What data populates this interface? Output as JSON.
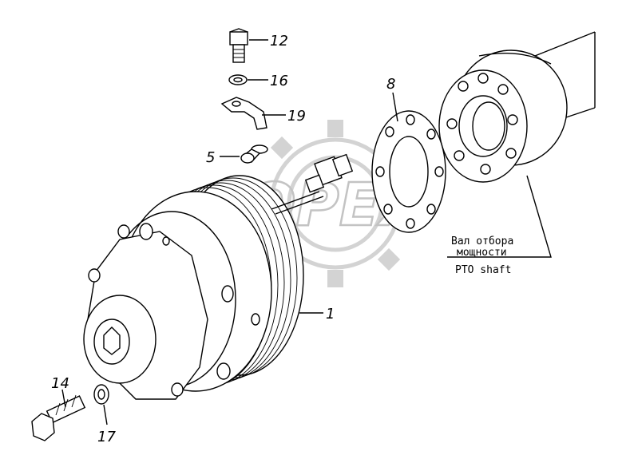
{
  "watermark": {
    "text": "OPEX",
    "color": "#c8c8c8"
  },
  "callouts": [
    {
      "id": "12",
      "label": "12"
    },
    {
      "id": "16",
      "label": "16"
    },
    {
      "id": "19",
      "label": "19"
    },
    {
      "id": "5",
      "label": "5"
    },
    {
      "id": "8",
      "label": "8"
    },
    {
      "id": "1",
      "label": "1"
    },
    {
      "id": "14",
      "label": "14"
    },
    {
      "id": "17",
      "label": "17"
    }
  ],
  "caption": {
    "line1": "Вал отбора",
    "line2": "мощности",
    "line3": "PTO shaft"
  }
}
